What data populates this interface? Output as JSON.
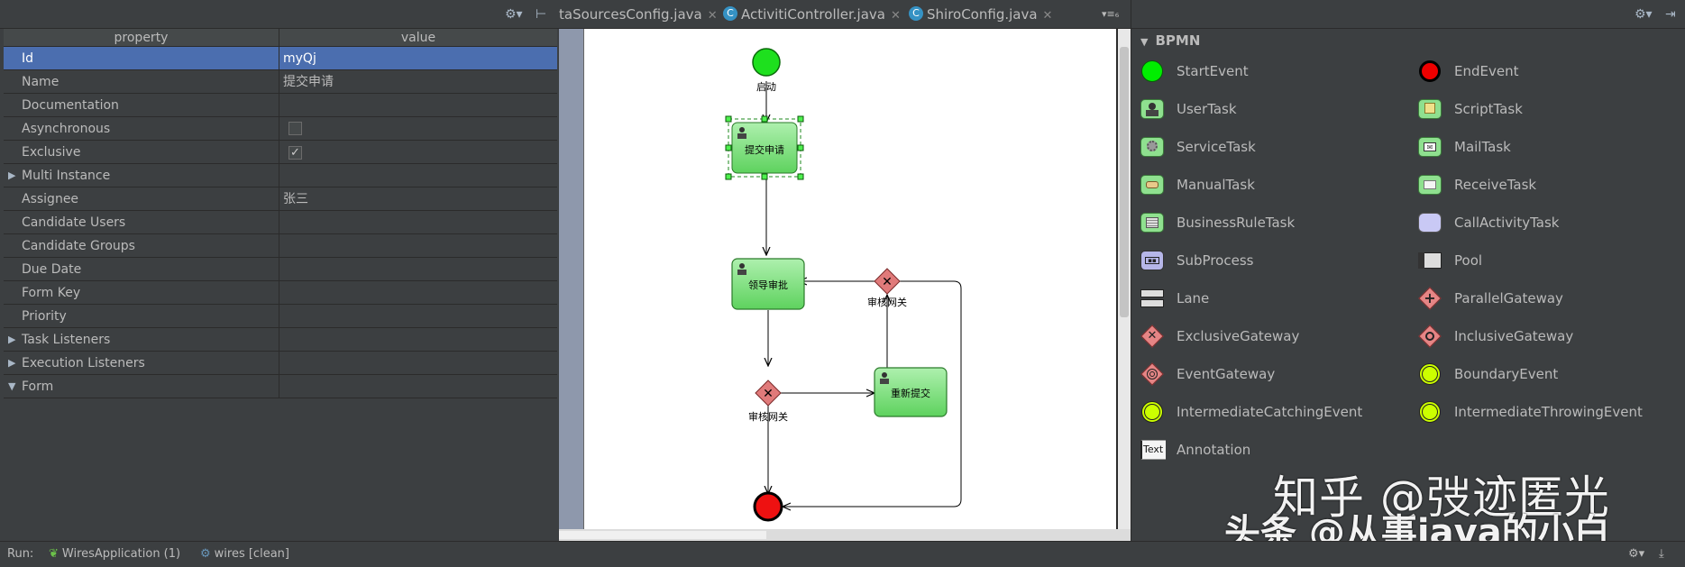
{
  "properties": {
    "header": {
      "property": "property",
      "value": "value"
    },
    "rows": [
      {
        "key": "Id",
        "value": "myQj"
      },
      {
        "key": "Name",
        "value": "提交申请"
      },
      {
        "key": "Documentation",
        "value": ""
      },
      {
        "key": "Asynchronous",
        "value": ""
      },
      {
        "key": "Exclusive",
        "value": ""
      },
      {
        "key": "Multi Instance",
        "value": ""
      },
      {
        "key": "Assignee",
        "value": "张三"
      },
      {
        "key": "Candidate Users",
        "value": ""
      },
      {
        "key": "Candidate Groups",
        "value": ""
      },
      {
        "key": "Due Date",
        "value": ""
      },
      {
        "key": "Form Key",
        "value": ""
      },
      {
        "key": "Priority",
        "value": ""
      },
      {
        "key": "Task Listeners",
        "value": ""
      },
      {
        "key": "Execution Listeners",
        "value": ""
      },
      {
        "key": "Form",
        "value": ""
      }
    ],
    "exclusive_checked": true,
    "asynchronous_checked": false
  },
  "tabs": [
    {
      "label": "taSourcesConfig.java"
    },
    {
      "label": "ActivitiController.java"
    },
    {
      "label": "ShiroConfig.java"
    }
  ],
  "tabs_overflow": "▾≡₆",
  "diagram": {
    "start_label": "启动",
    "task_submit": "提交申请",
    "task_leader": "领导审批",
    "task_resubmit": "重新提交",
    "gateway_review_1": "审核网关",
    "gateway_review_2": "审核网关"
  },
  "palette": {
    "title": "BPMN",
    "items": [
      {
        "label": "StartEvent",
        "icon": "start-event-icon"
      },
      {
        "label": "EndEvent",
        "icon": "end-event-icon"
      },
      {
        "label": "UserTask",
        "icon": "user-task-icon"
      },
      {
        "label": "ScriptTask",
        "icon": "script-task-icon"
      },
      {
        "label": "ServiceTask",
        "icon": "service-task-icon"
      },
      {
        "label": "MailTask",
        "icon": "mail-task-icon"
      },
      {
        "label": "ManualTask",
        "icon": "manual-task-icon"
      },
      {
        "label": "ReceiveTask",
        "icon": "receive-task-icon"
      },
      {
        "label": "BusinessRuleTask",
        "icon": "business-rule-task-icon"
      },
      {
        "label": "CallActivityTask",
        "icon": "call-activity-task-icon"
      },
      {
        "label": "SubProcess",
        "icon": "subprocess-icon"
      },
      {
        "label": "Pool",
        "icon": "pool-icon"
      },
      {
        "label": "Lane",
        "icon": "lane-icon"
      },
      {
        "label": "ParallelGateway",
        "icon": "parallel-gateway-icon"
      },
      {
        "label": "ExclusiveGateway",
        "icon": "exclusive-gateway-icon"
      },
      {
        "label": "InclusiveGateway",
        "icon": "inclusive-gateway-icon"
      },
      {
        "label": "EventGateway",
        "icon": "event-gateway-icon"
      },
      {
        "label": "BoundaryEvent",
        "icon": "boundary-event-icon"
      },
      {
        "label": "IntermediateCatchingEvent",
        "icon": "intermediate-catching-event-icon"
      },
      {
        "label": "IntermediateThrowingEvent",
        "icon": "intermediate-throwing-event-icon"
      },
      {
        "label": "Annotation",
        "icon": "annotation-icon"
      }
    ],
    "annotation_icon_text": "Text"
  },
  "status": {
    "run_label": "Run:",
    "app_label": "WiresApplication (1)",
    "wires_label": "wires [clean]"
  },
  "watermark": {
    "line1": "知乎 @弢迹匿光",
    "line2": "头条 @从事java的小白"
  },
  "colors": {
    "accent_selected": "#4b6eaf",
    "task_green": "#8fe68f",
    "start_green": "#00e000",
    "end_red": "#ee0000",
    "gateway_pink": "#e58585"
  }
}
